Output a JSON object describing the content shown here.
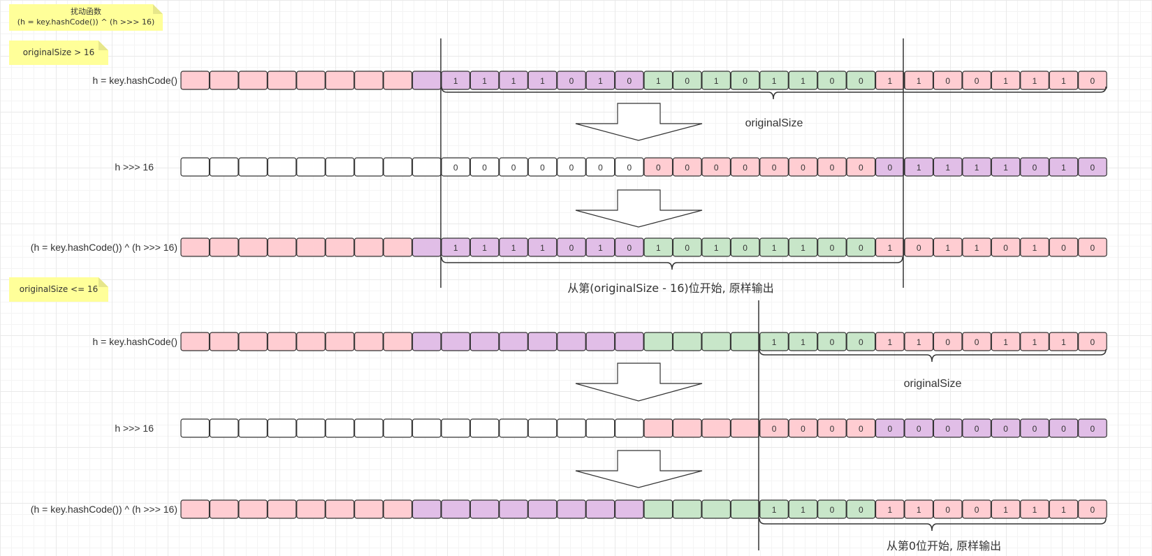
{
  "notes": {
    "perturb_title": "扰动函数",
    "perturb_formula": "(h = key.hashCode()) ^ (h >>> 16)",
    "case_gt": "originalSize > 16",
    "case_le": "originalSize <= 16"
  },
  "colors": {
    "pink": "#ffcdd2",
    "purple": "#e1bee7",
    "green": "#c8e6c9",
    "white": "#ffffff",
    "note": "#ffff99",
    "border": "#333333"
  },
  "rows": [
    {
      "label": "h = key.hashCode()",
      "cells": [
        [
          "pink",
          ""
        ],
        [
          "pink",
          ""
        ],
        [
          "pink",
          ""
        ],
        [
          "pink",
          ""
        ],
        [
          "pink",
          ""
        ],
        [
          "pink",
          ""
        ],
        [
          "pink",
          ""
        ],
        [
          "pink",
          ""
        ],
        [
          "purple",
          ""
        ],
        [
          "purple",
          "1"
        ],
        [
          "purple",
          "1"
        ],
        [
          "purple",
          "1"
        ],
        [
          "purple",
          "1"
        ],
        [
          "purple",
          "0"
        ],
        [
          "purple",
          "1"
        ],
        [
          "purple",
          "0"
        ],
        [
          "green",
          "1"
        ],
        [
          "green",
          "0"
        ],
        [
          "green",
          "1"
        ],
        [
          "green",
          "0"
        ],
        [
          "green",
          "1"
        ],
        [
          "green",
          "1"
        ],
        [
          "green",
          "0"
        ],
        [
          "green",
          "0"
        ],
        [
          "pink",
          "1"
        ],
        [
          "pink",
          "1"
        ],
        [
          "pink",
          "0"
        ],
        [
          "pink",
          "0"
        ],
        [
          "pink",
          "1"
        ],
        [
          "pink",
          "1"
        ],
        [
          "pink",
          "1"
        ],
        [
          "pink",
          "0"
        ]
      ]
    },
    {
      "label": "h >>> 16",
      "cells": [
        [
          "white",
          ""
        ],
        [
          "white",
          ""
        ],
        [
          "white",
          ""
        ],
        [
          "white",
          ""
        ],
        [
          "white",
          ""
        ],
        [
          "white",
          ""
        ],
        [
          "white",
          ""
        ],
        [
          "white",
          ""
        ],
        [
          "white",
          ""
        ],
        [
          "white",
          "0"
        ],
        [
          "white",
          "0"
        ],
        [
          "white",
          "0"
        ],
        [
          "white",
          "0"
        ],
        [
          "white",
          "0"
        ],
        [
          "white",
          "0"
        ],
        [
          "white",
          "0"
        ],
        [
          "pink",
          "0"
        ],
        [
          "pink",
          "0"
        ],
        [
          "pink",
          "0"
        ],
        [
          "pink",
          "0"
        ],
        [
          "pink",
          "0"
        ],
        [
          "pink",
          "0"
        ],
        [
          "pink",
          "0"
        ],
        [
          "pink",
          "0"
        ],
        [
          "purple",
          "0"
        ],
        [
          "purple",
          "1"
        ],
        [
          "purple",
          "1"
        ],
        [
          "purple",
          "1"
        ],
        [
          "purple",
          "1"
        ],
        [
          "purple",
          "0"
        ],
        [
          "purple",
          "1"
        ],
        [
          "purple",
          "0"
        ]
      ]
    },
    {
      "label": "(h = key.hashCode()) ^ (h >>> 16)",
      "cells": [
        [
          "pink",
          ""
        ],
        [
          "pink",
          ""
        ],
        [
          "pink",
          ""
        ],
        [
          "pink",
          ""
        ],
        [
          "pink",
          ""
        ],
        [
          "pink",
          ""
        ],
        [
          "pink",
          ""
        ],
        [
          "pink",
          ""
        ],
        [
          "purple",
          ""
        ],
        [
          "purple",
          "1"
        ],
        [
          "purple",
          "1"
        ],
        [
          "purple",
          "1"
        ],
        [
          "purple",
          "1"
        ],
        [
          "purple",
          "0"
        ],
        [
          "purple",
          "1"
        ],
        [
          "purple",
          "0"
        ],
        [
          "green",
          "1"
        ],
        [
          "green",
          "0"
        ],
        [
          "green",
          "1"
        ],
        [
          "green",
          "0"
        ],
        [
          "green",
          "1"
        ],
        [
          "green",
          "1"
        ],
        [
          "green",
          "0"
        ],
        [
          "green",
          "0"
        ],
        [
          "pink",
          "1"
        ],
        [
          "pink",
          "0"
        ],
        [
          "pink",
          "1"
        ],
        [
          "pink",
          "1"
        ],
        [
          "pink",
          "0"
        ],
        [
          "pink",
          "1"
        ],
        [
          "pink",
          "0"
        ],
        [
          "pink",
          "0"
        ]
      ]
    },
    {
      "label": "h = key.hashCode()",
      "cells": [
        [
          "pink",
          ""
        ],
        [
          "pink",
          ""
        ],
        [
          "pink",
          ""
        ],
        [
          "pink",
          ""
        ],
        [
          "pink",
          ""
        ],
        [
          "pink",
          ""
        ],
        [
          "pink",
          ""
        ],
        [
          "pink",
          ""
        ],
        [
          "purple",
          ""
        ],
        [
          "purple",
          ""
        ],
        [
          "purple",
          ""
        ],
        [
          "purple",
          ""
        ],
        [
          "purple",
          ""
        ],
        [
          "purple",
          ""
        ],
        [
          "purple",
          ""
        ],
        [
          "purple",
          ""
        ],
        [
          "green",
          ""
        ],
        [
          "green",
          ""
        ],
        [
          "green",
          ""
        ],
        [
          "green",
          ""
        ],
        [
          "green",
          "1"
        ],
        [
          "green",
          "1"
        ],
        [
          "green",
          "0"
        ],
        [
          "green",
          "0"
        ],
        [
          "pink",
          "1"
        ],
        [
          "pink",
          "1"
        ],
        [
          "pink",
          "0"
        ],
        [
          "pink",
          "0"
        ],
        [
          "pink",
          "1"
        ],
        [
          "pink",
          "1"
        ],
        [
          "pink",
          "1"
        ],
        [
          "pink",
          "0"
        ]
      ]
    },
    {
      "label": "h >>> 16",
      "cells": [
        [
          "white",
          ""
        ],
        [
          "white",
          ""
        ],
        [
          "white",
          ""
        ],
        [
          "white",
          ""
        ],
        [
          "white",
          ""
        ],
        [
          "white",
          ""
        ],
        [
          "white",
          ""
        ],
        [
          "white",
          ""
        ],
        [
          "white",
          ""
        ],
        [
          "white",
          ""
        ],
        [
          "white",
          ""
        ],
        [
          "white",
          ""
        ],
        [
          "white",
          ""
        ],
        [
          "white",
          ""
        ],
        [
          "white",
          ""
        ],
        [
          "white",
          ""
        ],
        [
          "pink",
          ""
        ],
        [
          "pink",
          ""
        ],
        [
          "pink",
          ""
        ],
        [
          "pink",
          ""
        ],
        [
          "pink",
          "0"
        ],
        [
          "pink",
          "0"
        ],
        [
          "pink",
          "0"
        ],
        [
          "pink",
          "0"
        ],
        [
          "purple",
          "0"
        ],
        [
          "purple",
          "0"
        ],
        [
          "purple",
          "0"
        ],
        [
          "purple",
          "0"
        ],
        [
          "purple",
          "0"
        ],
        [
          "purple",
          "0"
        ],
        [
          "purple",
          "0"
        ],
        [
          "purple",
          "0"
        ]
      ]
    },
    {
      "label": "(h = key.hashCode()) ^ (h >>> 16)",
      "cells": [
        [
          "pink",
          ""
        ],
        [
          "pink",
          ""
        ],
        [
          "pink",
          ""
        ],
        [
          "pink",
          ""
        ],
        [
          "pink",
          ""
        ],
        [
          "pink",
          ""
        ],
        [
          "pink",
          ""
        ],
        [
          "pink",
          ""
        ],
        [
          "purple",
          ""
        ],
        [
          "purple",
          ""
        ],
        [
          "purple",
          ""
        ],
        [
          "purple",
          ""
        ],
        [
          "purple",
          ""
        ],
        [
          "purple",
          ""
        ],
        [
          "purple",
          ""
        ],
        [
          "purple",
          ""
        ],
        [
          "green",
          ""
        ],
        [
          "green",
          ""
        ],
        [
          "green",
          ""
        ],
        [
          "green",
          ""
        ],
        [
          "green",
          "1"
        ],
        [
          "green",
          "1"
        ],
        [
          "green",
          "0"
        ],
        [
          "green",
          "0"
        ],
        [
          "pink",
          "1"
        ],
        [
          "pink",
          "1"
        ],
        [
          "pink",
          "0"
        ],
        [
          "pink",
          "0"
        ],
        [
          "pink",
          "1"
        ],
        [
          "pink",
          "1"
        ],
        [
          "pink",
          "1"
        ],
        [
          "pink",
          "0"
        ]
      ]
    }
  ],
  "annotations": {
    "original_size_top": "originalSize",
    "start_from_top": "从第(originalSize - 16)位开始, 原样输出",
    "original_size_bottom": "originalSize",
    "start_from_bottom": "从第0位开始, 原样输出"
  }
}
